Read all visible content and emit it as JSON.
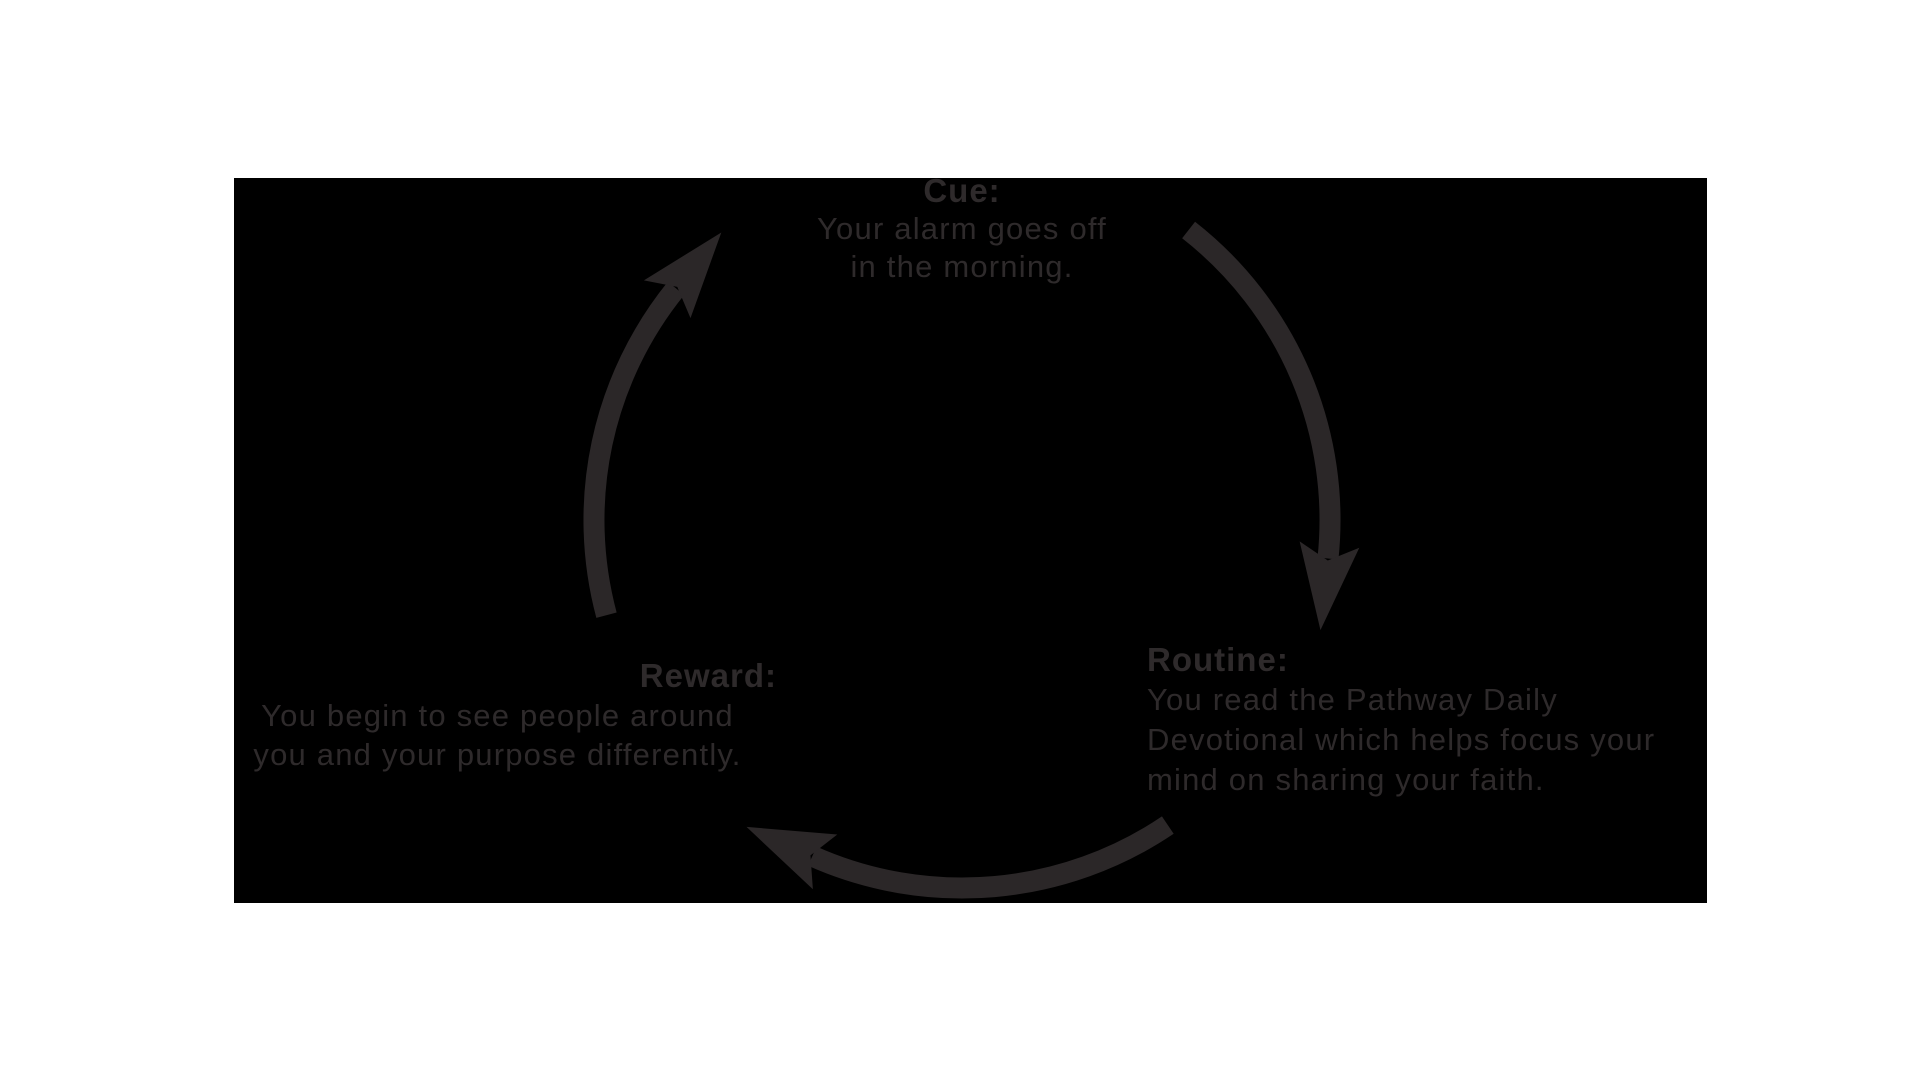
{
  "page": {
    "background": "#ffffff"
  },
  "diagram": {
    "type": "cycle",
    "panel_bg": "#000000",
    "arrow_color": "#2b2728",
    "text_color": "#2e2a2b",
    "steps": [
      {
        "id": "cue",
        "label": "Cue:",
        "lines": [
          "Your alarm goes off",
          "in the morning."
        ]
      },
      {
        "id": "routine",
        "label": "Routine:",
        "lines": [
          "You read the Pathway Daily",
          "Devotional which helps focus your",
          "mind on sharing your faith."
        ]
      },
      {
        "id": "reward",
        "label": "Reward:",
        "lines": [
          "You begin to see people around",
          "you and your purpose differently."
        ]
      }
    ],
    "arrows": [
      {
        "name": "cue-to-routine",
        "position": "right",
        "direction": "clockwise"
      },
      {
        "name": "routine-to-reward",
        "position": "bottom",
        "direction": "clockwise"
      },
      {
        "name": "reward-to-cue",
        "position": "left",
        "direction": "clockwise"
      }
    ]
  }
}
